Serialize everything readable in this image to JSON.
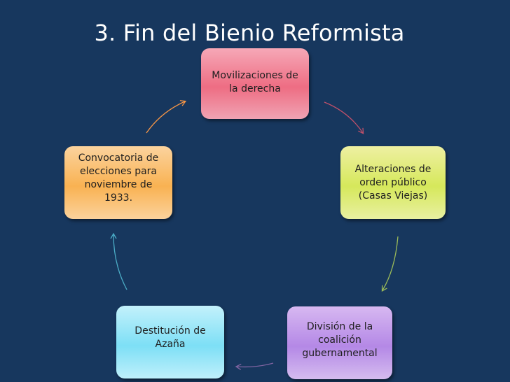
{
  "title": "3. Fin del Bienio Reformista",
  "nodes": [
    {
      "id": "movilizaciones",
      "text": "Movilizaciones de la derecha",
      "color": "#ee6d83"
    },
    {
      "id": "alteraciones",
      "text": "Alteraciones de orden público (Casas Viejas)",
      "color": "#d6e85b"
    },
    {
      "id": "division",
      "text": "División de la coalición gubernamental",
      "color": "#b488e6"
    },
    {
      "id": "destitucion",
      "text": "Destitución de Azaña",
      "color": "#7ddff6"
    },
    {
      "id": "convocatoria",
      "text": "Convocatoria de elecciones para noviembre de 1933.",
      "color": "#f9b252"
    }
  ],
  "arrow_colors": [
    "#c0506a",
    "#9bbb59",
    "#8064a2",
    "#4bacc6",
    "#f79646"
  ]
}
